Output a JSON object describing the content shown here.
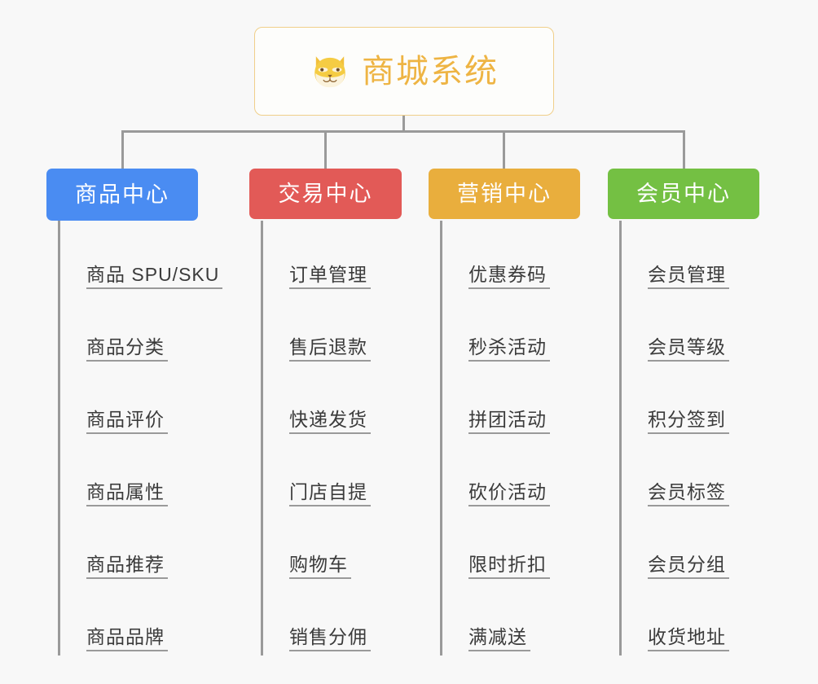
{
  "diagram": {
    "background_color": "#f8f8f8",
    "root": {
      "title": "商城系统",
      "icon": "shiba-dog-icon",
      "title_color": "#eeb443",
      "border_color": "#f0cf8a"
    },
    "connector_color": "#9a9a9a",
    "columns": [
      {
        "label": "商品中心",
        "color": "#4a8cf2",
        "items": [
          "商品 SPU/SKU",
          "商品分类",
          "商品评价",
          "商品属性",
          "商品推荐",
          "商品品牌"
        ]
      },
      {
        "label": "交易中心",
        "color": "#e25a57",
        "items": [
          "订单管理",
          "售后退款",
          "快递发货",
          "门店自提",
          "购物车",
          "销售分佣"
        ]
      },
      {
        "label": "营销中心",
        "color": "#e9ae3d",
        "items": [
          "优惠券码",
          "秒杀活动",
          "拼团活动",
          "砍价活动",
          "限时折扣",
          "满减送"
        ]
      },
      {
        "label": "会员中心",
        "color": "#74c043",
        "items": [
          "会员管理",
          "会员等级",
          "积分签到",
          "会员标签",
          "会员分组",
          "收货地址"
        ]
      }
    ]
  }
}
